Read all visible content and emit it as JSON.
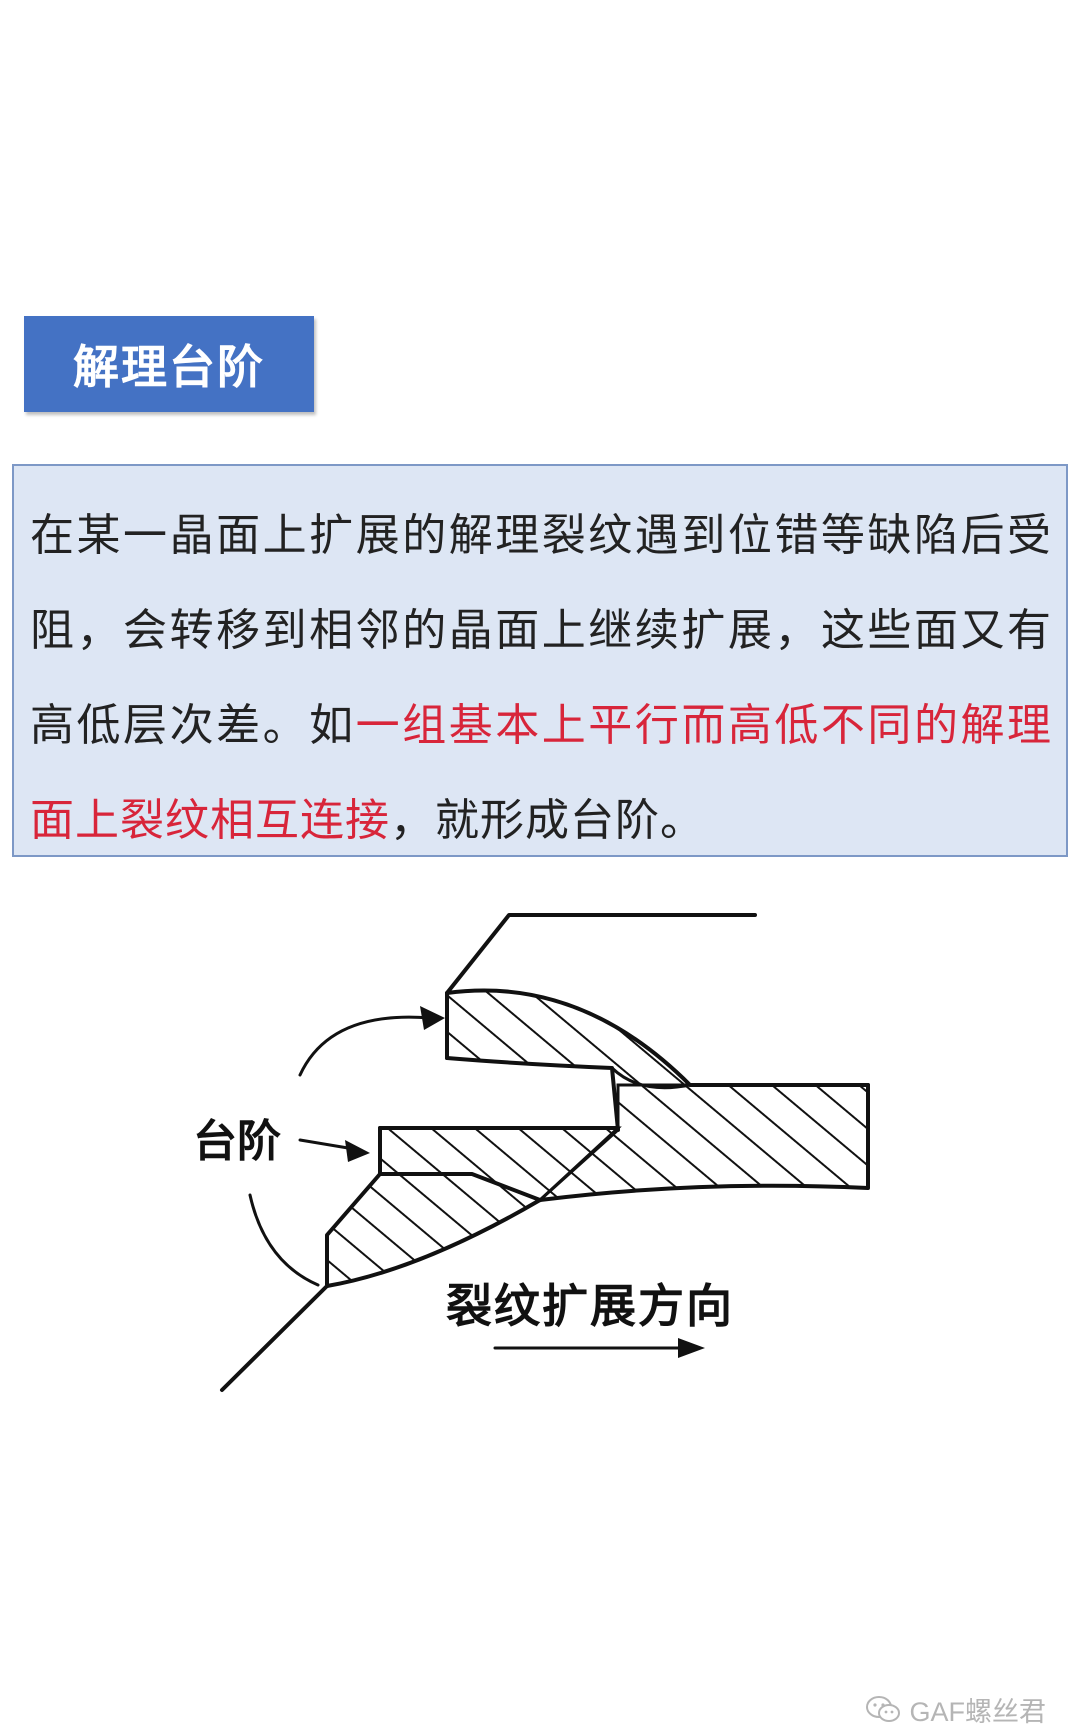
{
  "banner": {
    "title": "解理台阶"
  },
  "paragraph": {
    "before": "在某一晶面上扩展的解理裂纹遇到位错等缺陷后受阻，会转移到相邻的晶面上继续扩展，这些面又有高低层次差。如",
    "highlight": "一组基本上平行而高低不同的解理面上裂纹相互连接",
    "after": "，就形成台阶。"
  },
  "figure": {
    "label_step": "台阶",
    "label_direction": "裂纹扩展方向"
  },
  "watermark": {
    "text": "GAF螺丝君",
    "icon": "wechat-icon"
  },
  "colors": {
    "banner": "#4472c4",
    "box_bg": "#dde6f4",
    "box_border": "#7d98c6",
    "highlight": "#d8253a"
  }
}
